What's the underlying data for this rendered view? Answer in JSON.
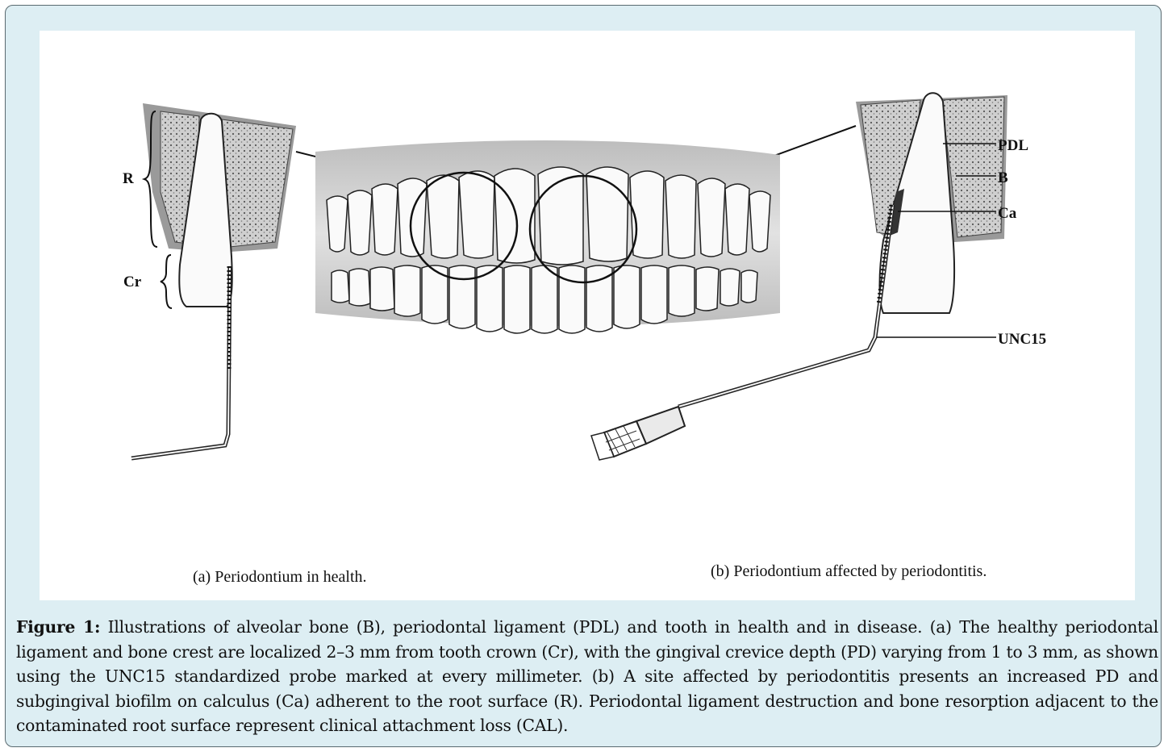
{
  "figure": {
    "labels": {
      "root": "R",
      "crown": "Cr",
      "pdl": "PDL",
      "bone": "B",
      "calculus": "Ca",
      "probe": "UNC15"
    },
    "subcaption_a": "(a) Periodontium in health.",
    "subcaption_b": "(b) Periodontium affected by periodontitis."
  },
  "caption": {
    "figure_number": "Figure 1:",
    "text": " Illustrations of alveolar bone (B), periodontal ligament (PDL) and tooth in health and in disease. (a) The healthy periodontal ligament and bone crest are localized 2–3 mm from tooth crown (Cr), with the gingival crevice depth (PD) varying from 1 to 3 mm, as shown using the UNC15 standardized probe marked at every millimeter. (b) A site affected by periodontitis presents an increased PD and subgingival biofilm on calculus (Ca) adherent to the root surface (R). Periodontal ligament destruction and bone resorption adjacent to the contaminated root surface represent clinical attachment loss (CAL)."
  },
  "colors": {
    "frame_background": "#ddeef3",
    "panel_background": "#ffffff",
    "bone_fill": "#c9c9c9",
    "gingiva_fill": "#d6d6d6",
    "tooth_fill": "#fafafa"
  }
}
